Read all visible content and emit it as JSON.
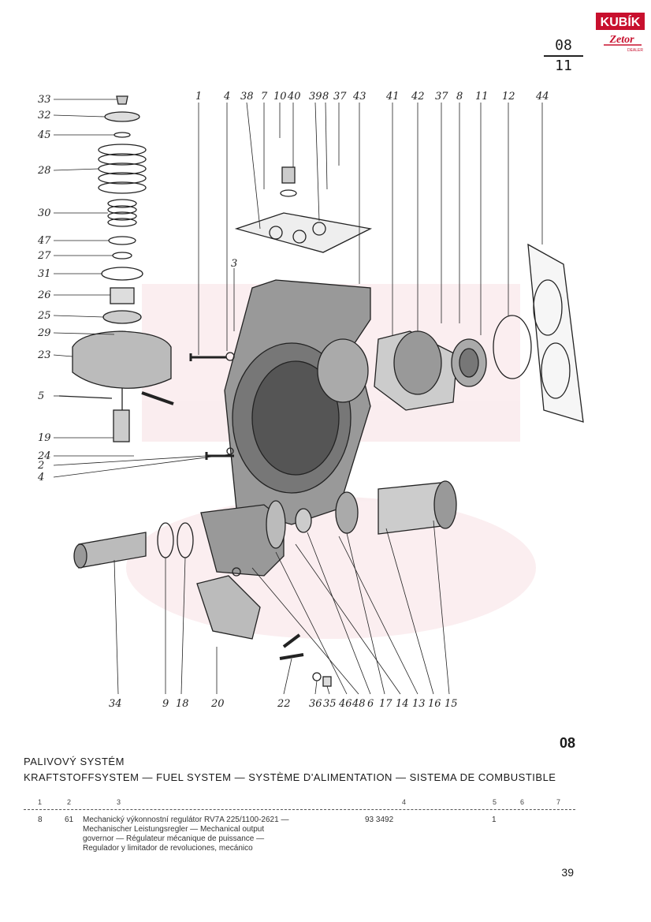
{
  "header": {
    "brand": "KUBÍK",
    "brand_sub": "Zetor",
    "brand_tag": "DEALER",
    "section_top": "08",
    "section_bottom": "11"
  },
  "colors": {
    "brand_red": "#c8102e",
    "line": "#222222"
  },
  "diagram": {
    "callouts": [
      "33",
      "32",
      "45",
      "28",
      "30",
      "47",
      "27",
      "31",
      "26",
      "25",
      "29",
      "23",
      "5",
      "19",
      "24",
      "2",
      "4",
      "1",
      "4",
      "38",
      "7",
      "10",
      "40",
      "39",
      "8",
      "37",
      "43",
      "41",
      "42",
      "37",
      "8",
      "11",
      "12",
      "44",
      "3",
      "34",
      "9",
      "18",
      "20",
      "22",
      "36",
      "35",
      "46",
      "48",
      "6",
      "17",
      "14",
      "13",
      "16",
      "15"
    ]
  },
  "section": {
    "number": "08",
    "title_cs": "PALIVOVÝ SYSTÉM",
    "title_multi": "KRAFTSTOFFSYSTEM — FUEL SYSTEM — SYSTÈME D'ALIMENTATION — SISTEMA DE COMBUSTIBLE"
  },
  "table": {
    "columns": [
      "1",
      "2",
      "3",
      "4",
      "5",
      "6",
      "7"
    ],
    "rows": [
      {
        "c1": "8",
        "c2": "61",
        "desc_lines": [
          "Mechanický výkonnostní regulátor RV7A 225/1100-2621 —",
          "Mechanischer Leistungsregler — Mechanical output",
          "governor — Régulateur mécanique de puissance —",
          "Regulador y limitador de revoluciones, mecánico"
        ],
        "c4": "93 3492",
        "c5": "1"
      }
    ]
  },
  "page_number": "39"
}
